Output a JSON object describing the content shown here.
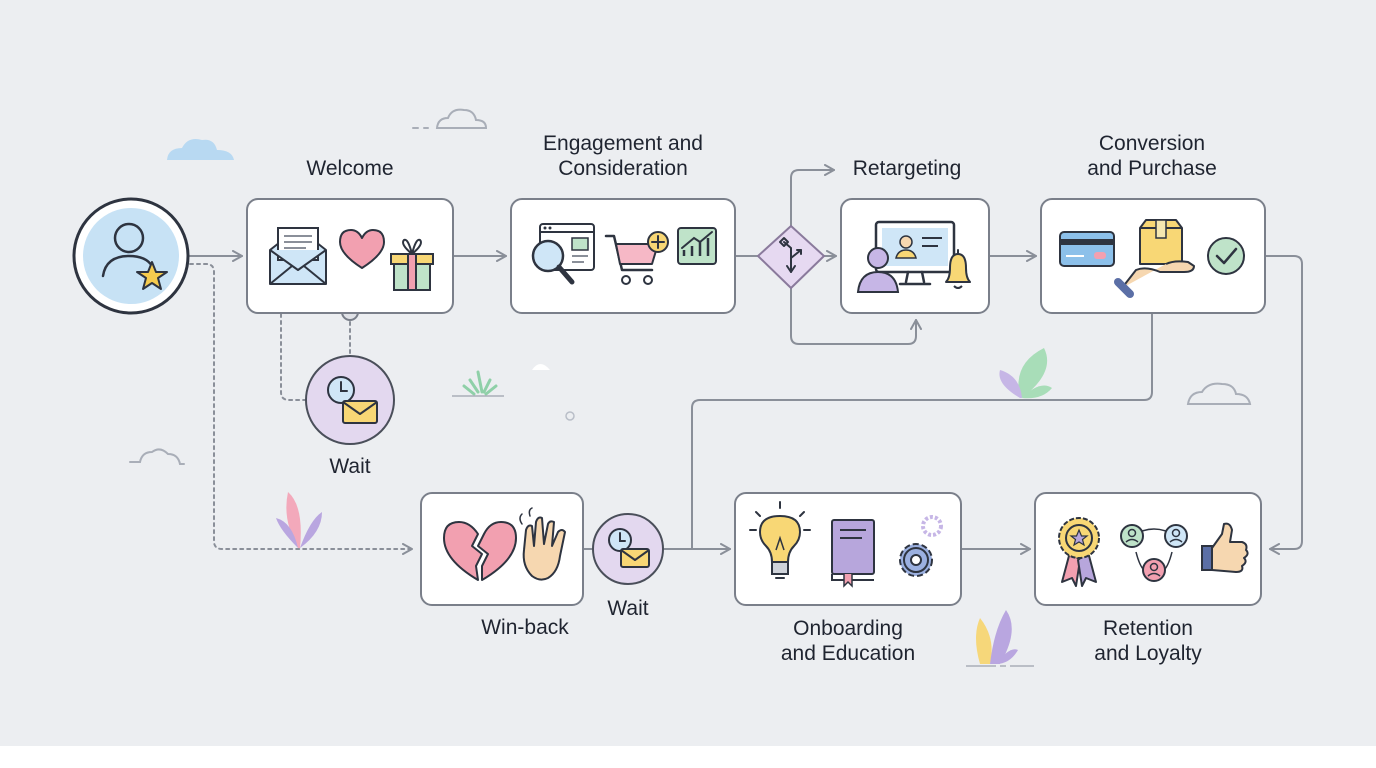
{
  "diagram": {
    "stages": {
      "welcome": {
        "label": "Welcome",
        "icons": [
          "envelope-icon",
          "heart-icon",
          "gift-icon"
        ]
      },
      "engagement": {
        "label": "Engagement and\nConsideration",
        "icons": [
          "search-page-icon",
          "shopping-cart-icon",
          "growth-chart-icon"
        ]
      },
      "retargeting": {
        "label": "Retargeting",
        "icons": [
          "person-icon",
          "monitor-icon",
          "bell-icon"
        ]
      },
      "conversion": {
        "label": "Conversion\nand Purchase",
        "icons": [
          "credit-card-icon",
          "package-hand-icon",
          "checkmark-icon"
        ]
      },
      "winback": {
        "label": "Win-back",
        "icons": [
          "broken-heart-icon",
          "waving-hand-icon"
        ]
      },
      "onboarding": {
        "label": "Onboarding\nand Education",
        "icons": [
          "lightbulb-icon",
          "book-icon",
          "gear-icon"
        ]
      },
      "retention": {
        "label": "Retention\nand Loyalty",
        "icons": [
          "award-badge-icon",
          "community-icon",
          "thumbs-up-icon"
        ]
      }
    },
    "wait_top": {
      "label": "Wait"
    },
    "wait_bottom": {
      "label": "Wait"
    },
    "start": {
      "icon": "user-star-icon"
    },
    "decision": {
      "icon": "branch-diamond-icon"
    },
    "colors": {
      "background": "#eceef1",
      "card_border": "#7a7f8a",
      "connector": "#8a8f99",
      "text": "#1f2430"
    }
  }
}
